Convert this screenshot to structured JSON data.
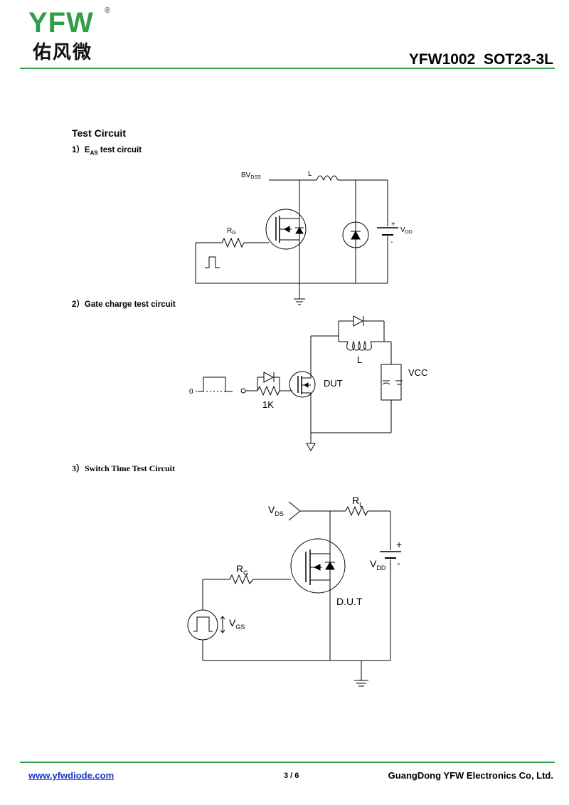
{
  "header": {
    "logo_latin": "YFW",
    "logo_registered": "®",
    "logo_chinese": "佑风微",
    "part_title": "YFW1002  SOT23-3L",
    "accent_color": "#2e9e47"
  },
  "section": {
    "title": "Test Circuit",
    "sub1_prefix": "1）",
    "sub1_e": "E",
    "sub1_sub": "AS",
    "sub1_rest": " test circuit",
    "sub2": "2）Gate charge test circuit",
    "sub3": "3）Switch Time Test Circuit"
  },
  "circuit1": {
    "bv_main": "BV",
    "bv_sub": "DSS",
    "inductor": "L",
    "rg_main": "R",
    "rg_sub": "G",
    "plus": "+",
    "minus": "-",
    "vdd_main": "V",
    "vdd_sub": "DD"
  },
  "circuit2": {
    "zero": "0",
    "resistor": "1K",
    "dut": "DUT",
    "inductor": "L",
    "vcc": "VCC"
  },
  "circuit3": {
    "vds_main": "V",
    "vds_sub": "DS",
    "rl_main": "R",
    "rl_sub": "L",
    "rg_main": "R",
    "rg_sub": "G",
    "vgs_main": "V",
    "vgs_sub": "GS",
    "vdd_main": "V",
    "vdd_sub": "DD",
    "plus": "+",
    "minus": "-",
    "dut": "D.U.T"
  },
  "footer": {
    "url": "www.yfwdiode.com",
    "page": "3 / 6",
    "company": "GuangDong YFW Electronics Co, Ltd."
  }
}
